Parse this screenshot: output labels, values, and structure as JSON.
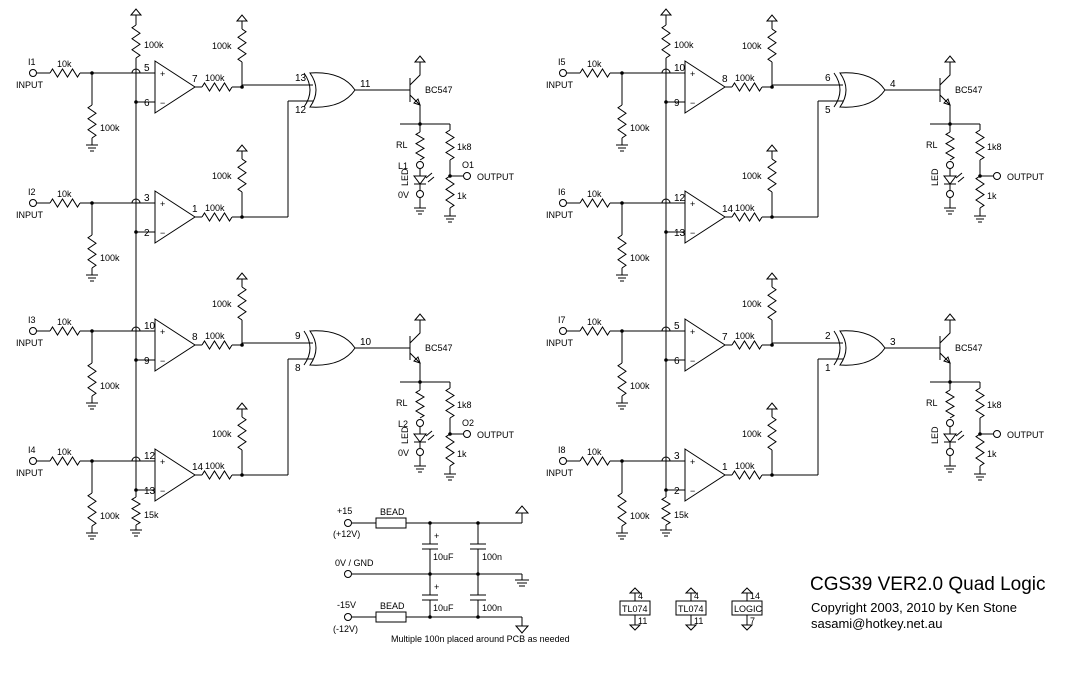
{
  "title": "CGS39 VER2.0 Quad Logic",
  "copyright": "Copyright 2003, 2010 by Ken Stone",
  "email": "sasami@hotkey.net.au",
  "labels": {
    "input": "INPUT",
    "output": "OUTPUT",
    "r10k": "10k",
    "r100k": "100k",
    "r15k": "15k",
    "r1k8": "1k8",
    "r1k": "1k",
    "rl": "RL",
    "led": "LED",
    "zero_v": "0V",
    "transistor": "BC547",
    "plus": "+",
    "minus": "−"
  },
  "sections": [
    {
      "inputs": [
        "I1",
        "I2",
        "I3",
        "I4"
      ],
      "outputs": [
        "O1",
        "O2"
      ],
      "leds": [
        "L1",
        "L2"
      ],
      "opamps": [
        {
          "plus": "5",
          "minus": "6",
          "out": "7"
        },
        {
          "plus": "3",
          "minus": "2",
          "out": "1"
        },
        {
          "plus": "10",
          "minus": "9",
          "out": "8"
        },
        {
          "plus": "12",
          "minus": "13",
          "out": "14"
        }
      ],
      "gates": [
        {
          "in_a": "13",
          "in_b": "12",
          "out": "11"
        },
        {
          "in_a": "9",
          "in_b": "8",
          "out": "10"
        }
      ]
    },
    {
      "inputs": [
        "I5",
        "I6",
        "I7",
        "I8"
      ],
      "outputs": [
        "",
        ""
      ],
      "leds": [
        "",
        ""
      ],
      "opamps": [
        {
          "plus": "10",
          "minus": "9",
          "out": "8"
        },
        {
          "plus": "12",
          "minus": "13",
          "out": "14"
        },
        {
          "plus": "5",
          "minus": "6",
          "out": "7"
        },
        {
          "plus": "3",
          "minus": "2",
          "out": "1"
        }
      ],
      "gates": [
        {
          "in_a": "6",
          "in_b": "5",
          "out": "4"
        },
        {
          "in_a": "2",
          "in_b": "1",
          "out": "3"
        }
      ]
    }
  ],
  "power": {
    "plus15": "+15",
    "plus12": "(+12V)",
    "gnd": "0V / GND",
    "minus15": "-15V",
    "minus12": "(-12V)",
    "bead": "BEAD",
    "c10u": "10uF",
    "c100n": "100n",
    "note": "Multiple 100n placed around PCB as needed"
  },
  "chips": [
    {
      "name": "TL074",
      "top": "4",
      "bottom": "11"
    },
    {
      "name": "TL074",
      "top": "4",
      "bottom": "11"
    },
    {
      "name": "LOGIC",
      "top": "14",
      "bottom": "7"
    }
  ]
}
